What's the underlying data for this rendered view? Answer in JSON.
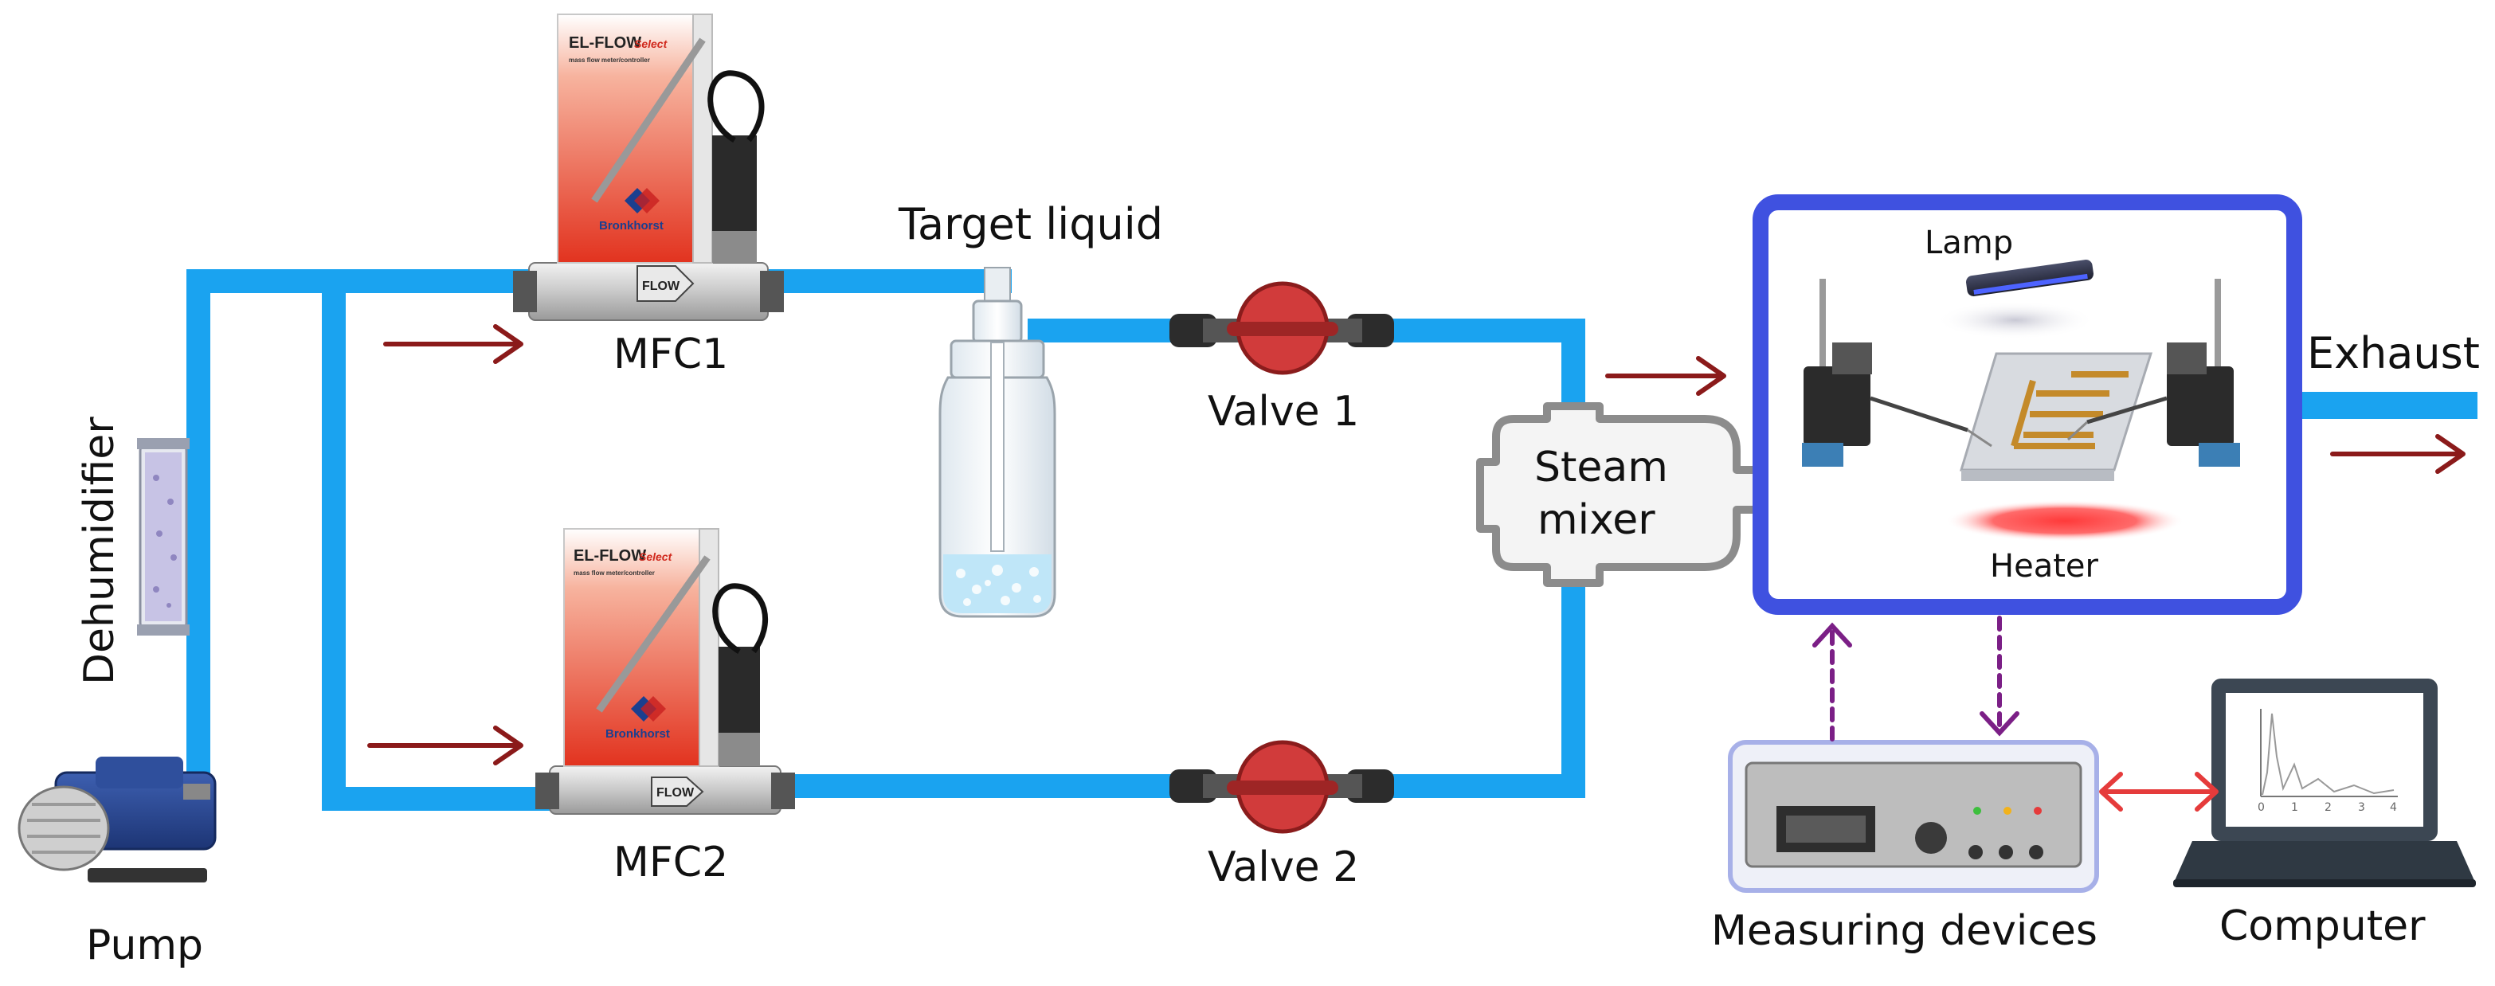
{
  "labels": {
    "target_liquid": "Target liquid",
    "mfc1": "MFC1",
    "mfc2": "MFC2",
    "valve1": "Valve 1",
    "valve2": "Valve 2",
    "steam_line1": "Steam",
    "steam_line2": "mixer",
    "lamp": "Lamp",
    "heater": "Heater",
    "exhaust": "Exhaust",
    "dehumidifier": "Dehumidifier",
    "pump": "Pump",
    "measuring_devices": "Measuring devices",
    "computer": "Computer"
  },
  "device_text": {
    "mfc_brand_title": "EL-FLOW",
    "mfc_brand_sub": "Select",
    "mfc_tagline": "mass flow meter/controller",
    "mfc_maker": "Bronkhorst",
    "mfc_flow_tag": "FLOW"
  },
  "computer_plot": {
    "ticks": [
      "0",
      "1",
      "2",
      "3",
      "4"
    ]
  },
  "colors": {
    "pipe": "#1aa3f0",
    "flow_arrow": "#8b1a1a",
    "chamber_border": "#3f51e0",
    "signal_arrow": "#7b1f86",
    "comm_arrow": "#e53b3b",
    "valve": "#d13b3b",
    "heater": "#ff4d4d",
    "mfc_face": "#e8452b"
  },
  "icons": [
    "mfc-icon",
    "valve-icon",
    "bottle-icon",
    "lamp-icon",
    "heater-icon",
    "micromanipulator-icon",
    "sensor-chip-icon",
    "pump-icon",
    "dehumidifier-icon",
    "instrument-icon",
    "laptop-icon"
  ]
}
